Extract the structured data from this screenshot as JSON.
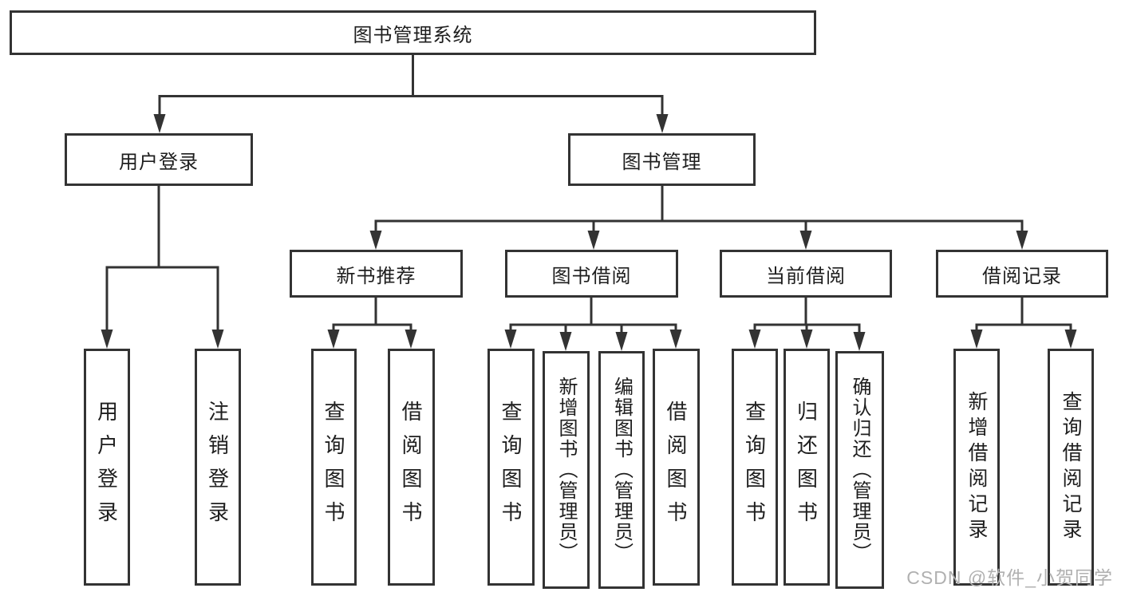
{
  "diagram": {
    "title": "图书管理系统",
    "root": {
      "label": "图书管理系统"
    },
    "level2": [
      {
        "label": "用户登录"
      },
      {
        "label": "图书管理"
      }
    ],
    "level3": [
      {
        "label": "新书推荐"
      },
      {
        "label": "图书借阅"
      },
      {
        "label": "当前借阅"
      },
      {
        "label": "借阅记录"
      }
    ],
    "leaves": {
      "user_login": [
        "用户登录",
        "注销登录"
      ],
      "new_book": [
        "查询图书",
        "借阅图书"
      ],
      "book_borrow": [
        "查询图书",
        "新增图书（管理员）",
        "编辑图书（管理员）",
        "借阅图书"
      ],
      "current_borrow": [
        "查询图书",
        "归还图书",
        "确认归还（管理员）"
      ],
      "borrow_record": [
        "新增借阅记录",
        "查询借阅记录"
      ]
    }
  },
  "watermark": {
    "text": "CSDN @软件_小贺同学"
  },
  "colors": {
    "line": "#333333",
    "text": "#1e1e1e",
    "watermark": "#b0b0b0",
    "background": "#ffffff"
  }
}
